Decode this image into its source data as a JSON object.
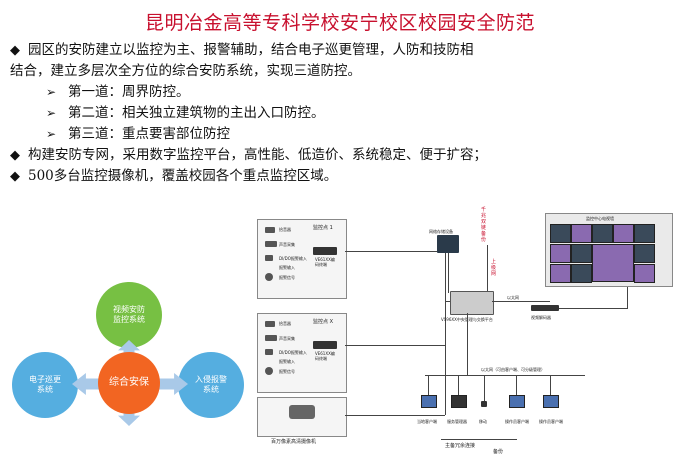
{
  "title": "昆明冶金高等专科学校安宁校区校园安全防范",
  "bullets": {
    "b1_line1": "园区的安防建立以监控为主、报警辅助，结合电子巡更管理，人防和技防相",
    "b1_line2": "结合，建立多层次全方位的综合安防系统，实现三道防控。",
    "subs": [
      "第一道：周界防控。",
      "第二道：相关独立建筑物的主出入口防控。",
      "第三道：重点要害部位防控"
    ],
    "b2": "构建安防专网，采用数字监控平台，高性能、低造价、系统稳定、便于扩容；",
    "b3": "500多台监控摄像机，覆盖校园各个重点监控区域。"
  },
  "symbols": {
    "diamond": "◆",
    "arrow": "➢"
  },
  "mindmap": {
    "top": "视频安防\n监控系统",
    "left": "电子巡更\n系统",
    "right": "入侵报警\n系统",
    "center": "综合安保"
  },
  "diagram": {
    "site1": "监控点 1",
    "site2": "监控点 X",
    "encoder": "VE61XX编\n码终端",
    "sensors": [
      "拾音器",
      "声音采集",
      "DI/DO报警输入",
      "报警输入",
      "报警信号"
    ],
    "camera_caption": "百万像素高清摄像机",
    "network_dev": "网络存储设备",
    "switch_caption": "VS96XX中央管理与交换平台",
    "decoder": "视频解码器",
    "tv_wall": "监控中心电视墙",
    "vertical_text": "千兆双链备份",
    "uplink": "上级网",
    "lan": "以太网",
    "lan_detail": "以太网（可由客户端、可分级管理）",
    "clients": [
      "当地客户端",
      "服务管理器",
      "移动",
      "操作员客户端",
      "操作员客户端"
    ],
    "backbone": "主备冗余连接",
    "spare": "备份"
  }
}
